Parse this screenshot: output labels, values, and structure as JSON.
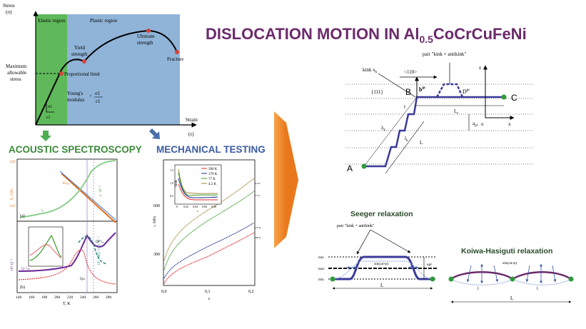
{
  "title": {
    "main": "DISLOCATION MOTION IN Al",
    "sub": "0.5",
    "rest": "CoCrCuFeNi"
  },
  "stress_strain": {
    "y_label_1": "Stress",
    "y_label_2": "(σ)",
    "x_label_1": "Strain",
    "x_label_2": "(ε)",
    "elastic": "Elastic region",
    "plastic": "Plastic region",
    "yield_1": "Yield",
    "yield_2": "strength",
    "ultimate_1": "Ultimate",
    "ultimate_2": "strength",
    "fracture": "Fracture",
    "proportional": "Proportional limit",
    "max_allow_1": "Maximum",
    "max_allow_2": "allowable",
    "max_allow_3": "stress",
    "youngs_1": "Young's",
    "youngs_2": "modulus",
    "youngs_eq": "=",
    "sigma1": "σ1",
    "eps1": "ε1",
    "sig_small": "σ1",
    "eps_small": "ε1",
    "colors": {
      "elastic": "#5fb85a",
      "plastic": "#8fb4d8",
      "curve": "#000000",
      "point": "#d9423a"
    }
  },
  "sections": {
    "acoustic": "ACOUSTIC SPECTROSCOPY",
    "mechanical": "MECHANICAL TESTING"
  },
  "acoustic_chart": {
    "a_label": "(a)",
    "b_label": "(b)",
    "x_ticks": [
      "140",
      "160",
      "180",
      "200",
      "220",
      "240",
      "260",
      "280"
    ],
    "x_label": "T, K",
    "top_left_ticks": [
      "220",
      "215"
    ],
    "top_left_label": "E, GPa",
    "top_right_label": "ε, 10⁻⁵",
    "bottom_left_label": "10⁵ Q⁻¹",
    "bottom_right_label": "10⁻¹ dQ⁻¹/dT, K⁻¹",
    "ann_1": "Eₘₐₓ",
    "ann_2": "Q⁻¹ₘ",
    "ann_3": "Q⁻¹ₑₓ",
    "ann_4": "Qₜₕ",
    "ann_5": "εₐ"
  },
  "mechanical_chart": {
    "y_label": "τ, MPa",
    "y_ticks": [
      "600",
      "300"
    ],
    "x_ticks": [
      "0,0",
      "0,1",
      "0,2"
    ],
    "x_label": "ε",
    "inset_y_label": "SHR",
    "inset_x_ticks": [
      "0",
      "0,02",
      "0,04",
      "0,06",
      "0,08"
    ],
    "inset_x_label": "ε",
    "inset_y_ticks": [
      "1,5",
      "1,0",
      "0,5"
    ],
    "legend": [
      "300 K",
      "170 K",
      "77 K",
      "4.2 K"
    ],
    "end_labels": [
      "4.2 K",
      "77 K",
      "170 K",
      "300 K"
    ],
    "series_colors": [
      "#e02a2a",
      "#1f2f8f",
      "#3c9a2a",
      "#a38a3a"
    ]
  },
  "kink_diagram": {
    "pair_label": "pair \"kink + antikink\"",
    "kink_label": "kink x",
    "kink_sub": "k",
    "dir_label": "<110>",
    "plane_label": "{111}",
    "point_A": "A",
    "point_B": "B",
    "point_C": "C",
    "burgers": "b",
    "burgers_sup": "gc",
    "D_label": "D",
    "D_sup": "gc",
    "L_label": "L",
    "L_sub": "c",
    "l_label": "l",
    "lk_label": "l",
    "lk_sub": "k",
    "lambda_label": "λ",
    "lambda_sub": "k",
    "L_bar": "L",
    "apl_label": "a",
    "apl_sub": "pl",
    "z_label": "z",
    "o_label": "o",
    "x_label": "x"
  },
  "seeger": {
    "title": "Seeger relaxation",
    "pair_label": "pair \"kink + antikink\"",
    "min_top": "min",
    "max_mid": "max",
    "min_bot": "min",
    "sin_label": "sin(ωt-φ)",
    "apl_label": "apl",
    "L_label": "L"
  },
  "koiwa": {
    "title": "Koiwa-Hasiguti relaxation",
    "sin_label": "sin(ωt-φ)",
    "l1": "l",
    "l2": "l",
    "L_label": "L"
  },
  "colors": {
    "title": "#6b2a6b",
    "section_green": "#3b8a3a",
    "section_blue": "#3a5aa0",
    "arrow_orange": "#f08a2a",
    "dislocation": "#3a3a9a",
    "node_green": "#2f9a3a"
  }
}
